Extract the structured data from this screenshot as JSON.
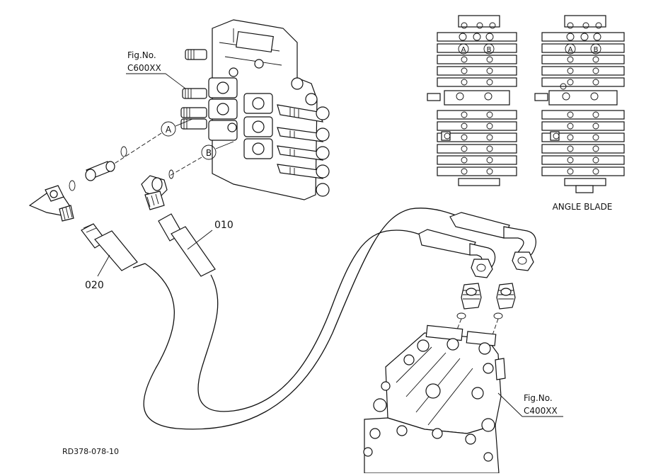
{
  "callouts": {
    "valve_ref_line1": "Fig.No.",
    "valve_ref_line2": "C600XX",
    "motor_ref_line1": "Fig.No.",
    "motor_ref_line2": "C400XX",
    "port_a": "A",
    "port_b": "B",
    "part_010": "010",
    "part_020": "020"
  },
  "schematic": {
    "left": {
      "port_a": "A",
      "port_b": "B"
    },
    "right": {
      "port_a": "A",
      "port_b": "B",
      "caption": "ANGLE BLADE"
    }
  },
  "drawing_number": "RD378-078-10"
}
